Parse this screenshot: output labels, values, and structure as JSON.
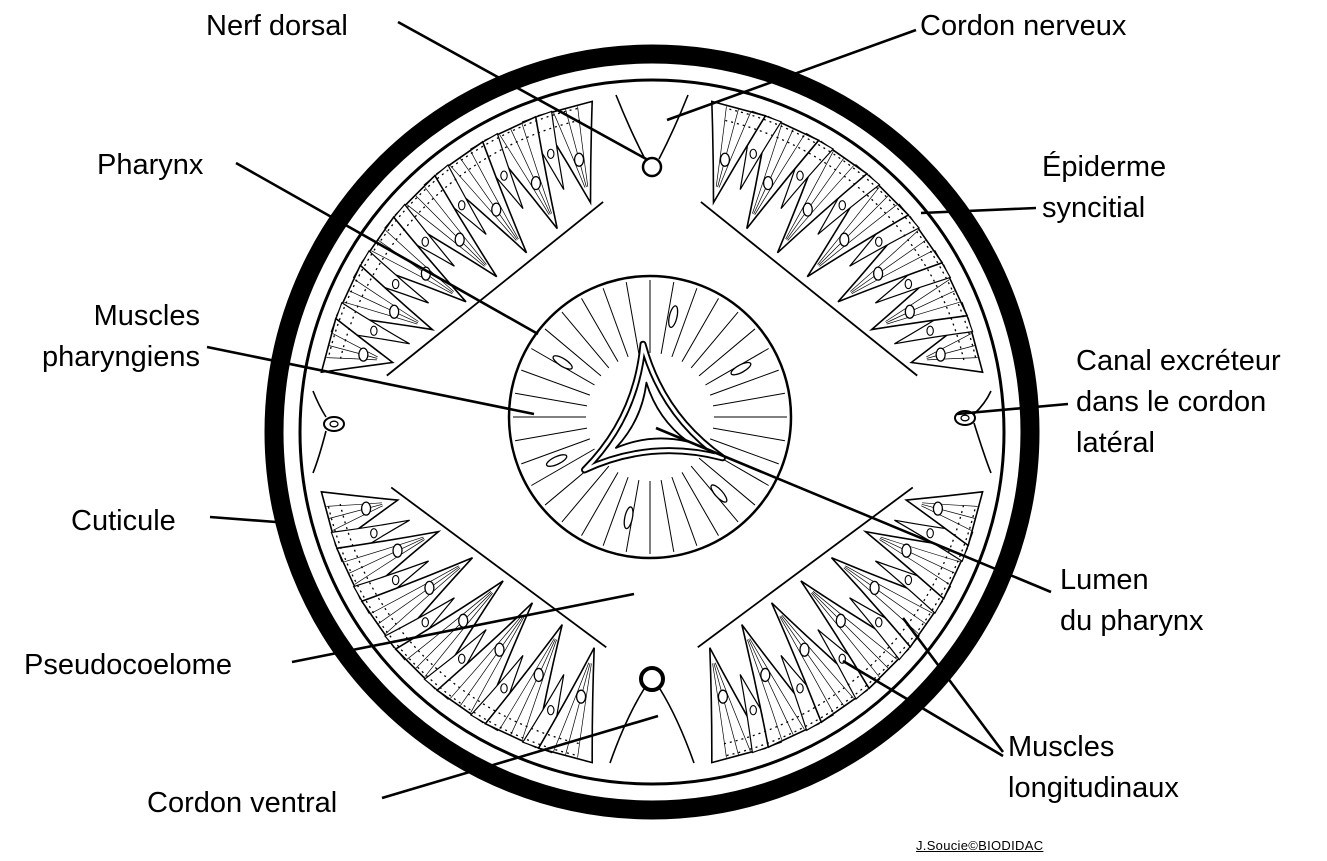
{
  "diagram": {
    "subject": "nematode-cross-section",
    "credit": "J.Soucie©BIODIDAC",
    "colors": {
      "ink": "#000000",
      "background": "#ffffff"
    },
    "labels": {
      "nerf_dorsal": "Nerf dorsal",
      "cordon_nerveux": "Cordon nerveux",
      "pharynx": "Pharynx",
      "epiderme_syncitial": "Épiderme\nsyncitial",
      "muscles_pharyngiens": "Muscles\npharyngiens",
      "canal_excreteur": "Canal excréteur\ndans le cordon\nlatéral",
      "cuticule": "Cuticule",
      "lumen_du_pharynx": "Lumen\ndu pharynx",
      "pseudocoelome": "Pseudocoelome",
      "muscles_longitudinaux": "Muscles\nlongitudinaux",
      "cordon_ventral": "Cordon ventral"
    }
  }
}
